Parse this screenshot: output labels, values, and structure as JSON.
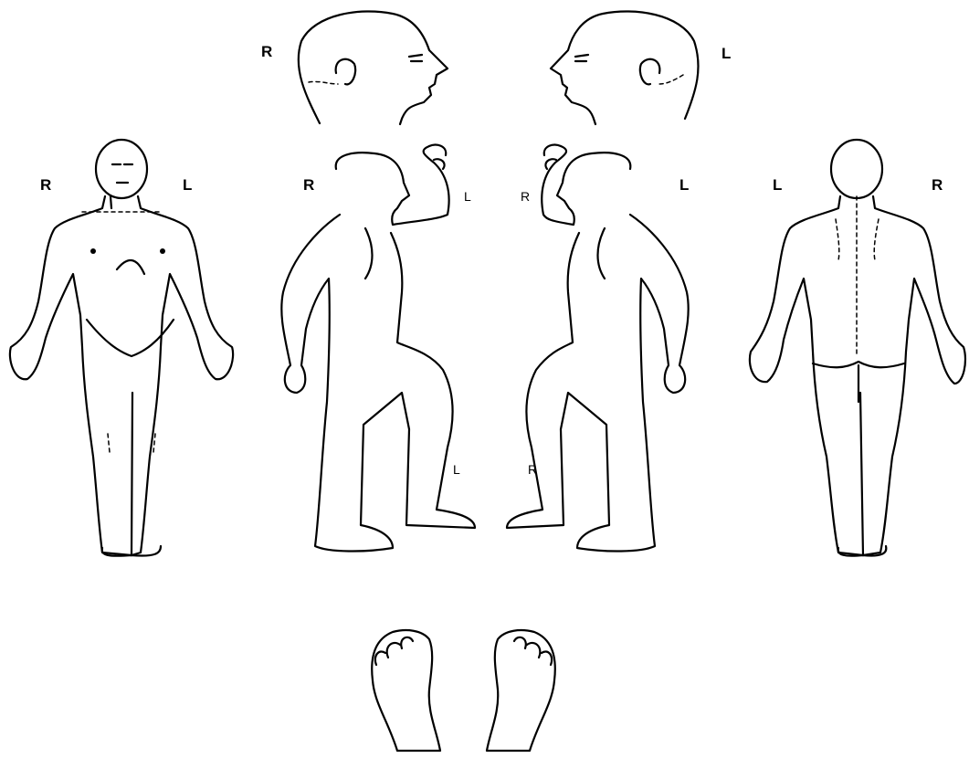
{
  "labels": {
    "head_right_side": "R",
    "head_left_side": "L",
    "front_right": "R",
    "front_left": "L",
    "side1_R": "R",
    "side1_arm_L": "L",
    "side1_leg_L": "L",
    "side2_arm_R": "R",
    "side2_L": "L",
    "side2_leg_R": "R",
    "back_left": "L",
    "back_right": "R"
  }
}
